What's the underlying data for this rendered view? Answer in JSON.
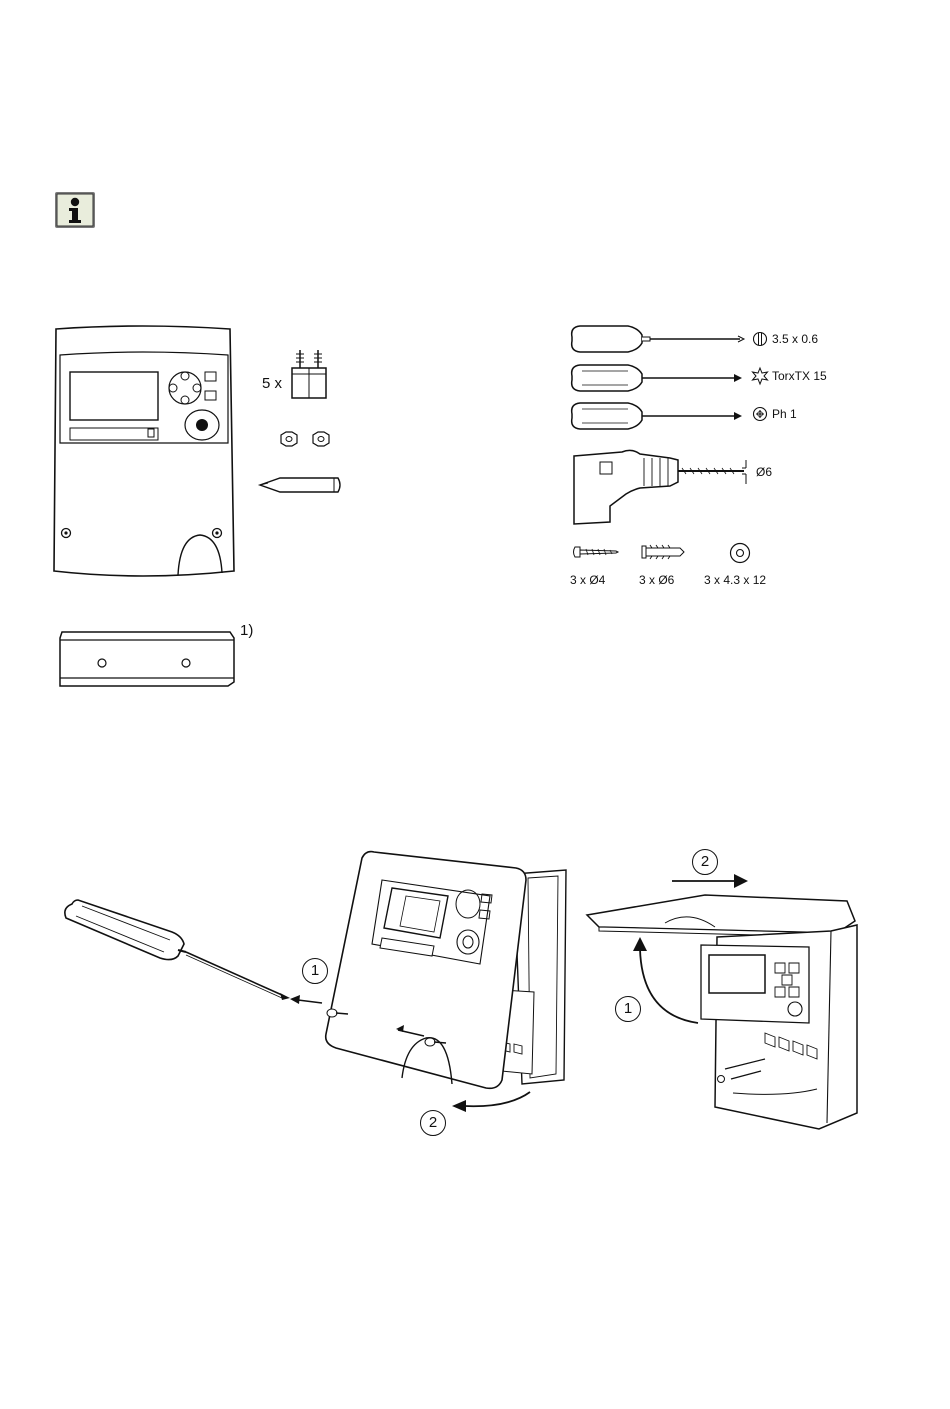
{
  "info_icon": {
    "icon": "info-icon",
    "glyph": "i"
  },
  "scope_of_delivery": {
    "quantity_5x": "5 x",
    "footnote_marker": "1)"
  },
  "tools": {
    "flat_screwdriver": {
      "icon": "slotted-screw-icon",
      "label": "3.5 x 0.6"
    },
    "torx_screwdriver": {
      "icon": "torx-star-icon",
      "label": "TorxTX 15"
    },
    "phillips_screwdriver": {
      "icon": "phillips-screw-icon",
      "label": "Ph 1"
    },
    "drill": {
      "label": "Ø6"
    }
  },
  "fixings": [
    {
      "label": "3 x Ø4"
    },
    {
      "label": "3 x Ø6"
    },
    {
      "label": "3 x  4.3 x 12"
    }
  ],
  "steps_left": {
    "step1": "1",
    "step2": "2"
  },
  "steps_right": {
    "step1": "1",
    "step2": "2"
  }
}
